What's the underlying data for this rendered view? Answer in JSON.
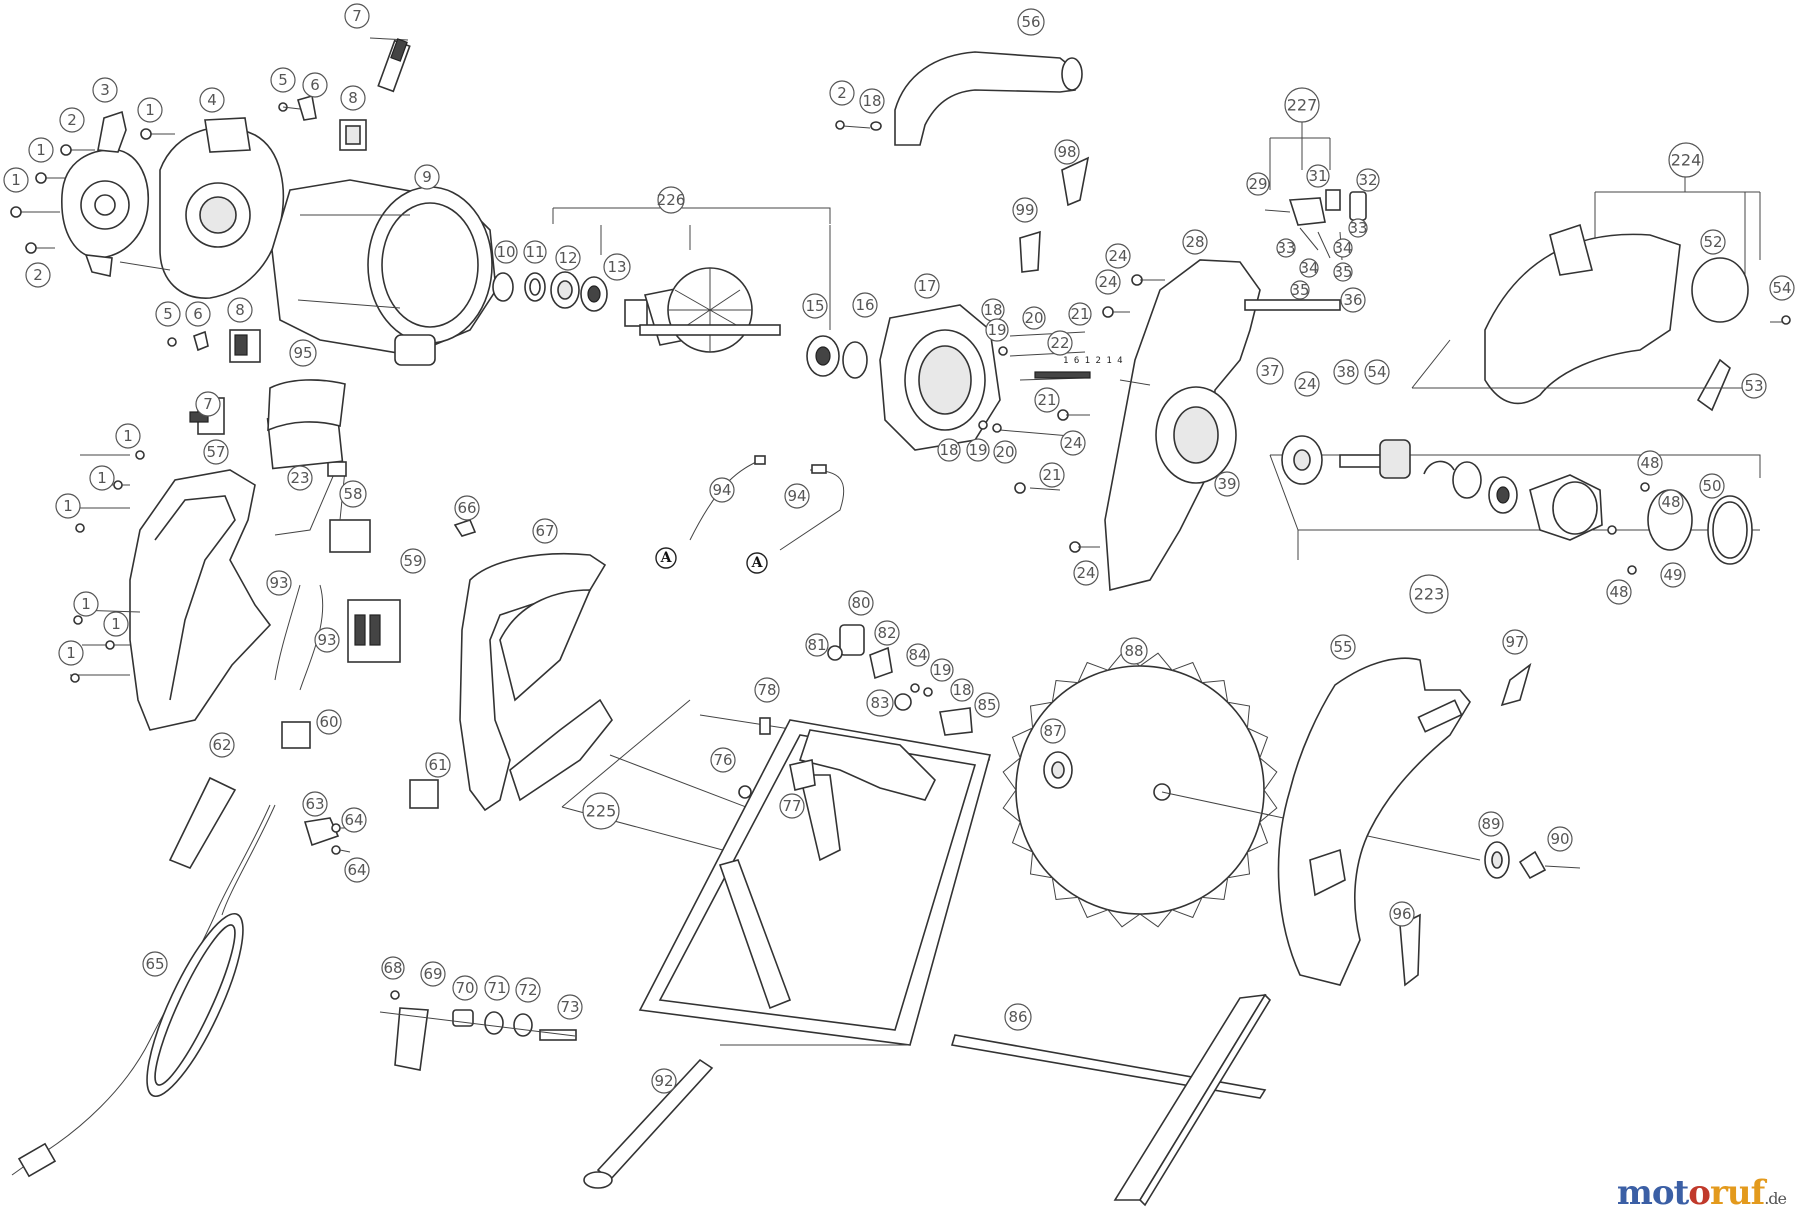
{
  "diagram": {
    "callouts": [
      {
        "id": "c7a",
        "label": "7"
      },
      {
        "id": "c56",
        "label": "56"
      },
      {
        "id": "c5a",
        "label": "5"
      },
      {
        "id": "c6a",
        "label": "6"
      },
      {
        "id": "c8a",
        "label": "8"
      },
      {
        "id": "c3",
        "label": "3"
      },
      {
        "id": "c4",
        "label": "4"
      },
      {
        "id": "c2a",
        "label": "2"
      },
      {
        "id": "c1a",
        "label": "1"
      },
      {
        "id": "c1b",
        "label": "1"
      },
      {
        "id": "c1c",
        "label": "1"
      },
      {
        "id": "c2b",
        "label": "2"
      },
      {
        "id": "c9",
        "label": "9"
      },
      {
        "id": "c2c",
        "label": "2"
      },
      {
        "id": "c18a",
        "label": "18"
      },
      {
        "id": "c227",
        "label": "227"
      },
      {
        "id": "c98",
        "label": "98"
      },
      {
        "id": "c99",
        "label": "99"
      },
      {
        "id": "c29",
        "label": "29"
      },
      {
        "id": "c31",
        "label": "31"
      },
      {
        "id": "c32",
        "label": "32"
      },
      {
        "id": "c33a",
        "label": "33"
      },
      {
        "id": "c33b",
        "label": "33"
      },
      {
        "id": "c34a",
        "label": "34"
      },
      {
        "id": "c34b",
        "label": "34"
      },
      {
        "id": "c35a",
        "label": "35"
      },
      {
        "id": "c35b",
        "label": "35"
      },
      {
        "id": "c224",
        "label": "224"
      },
      {
        "id": "c52",
        "label": "52"
      },
      {
        "id": "c54a",
        "label": "54"
      },
      {
        "id": "c53",
        "label": "53"
      },
      {
        "id": "c226",
        "label": "226"
      },
      {
        "id": "c10",
        "label": "10"
      },
      {
        "id": "c11",
        "label": "11"
      },
      {
        "id": "c12",
        "label": "12"
      },
      {
        "id": "c13",
        "label": "13"
      },
      {
        "id": "c15",
        "label": "15"
      },
      {
        "id": "c16",
        "label": "16"
      },
      {
        "id": "c17",
        "label": "17"
      },
      {
        "id": "c18b",
        "label": "18"
      },
      {
        "id": "c19a",
        "label": "19"
      },
      {
        "id": "c20a",
        "label": "20"
      },
      {
        "id": "c21a",
        "label": "21"
      },
      {
        "id": "c22",
        "label": "22"
      },
      {
        "id": "c24a",
        "label": "24"
      },
      {
        "id": "c24b",
        "label": "24"
      },
      {
        "id": "c28",
        "label": "28"
      },
      {
        "id": "c36",
        "label": "36"
      },
      {
        "id": "c37",
        "label": "37"
      },
      {
        "id": "c24c",
        "label": "24"
      },
      {
        "id": "c38",
        "label": "38"
      },
      {
        "id": "c54b",
        "label": "54"
      },
      {
        "id": "c5b",
        "label": "5"
      },
      {
        "id": "c6b",
        "label": "6"
      },
      {
        "id": "c8b",
        "label": "8"
      },
      {
        "id": "c7b",
        "label": "7"
      },
      {
        "id": "c95",
        "label": "95"
      },
      {
        "id": "c21b",
        "label": "21"
      },
      {
        "id": "c18c",
        "label": "18"
      },
      {
        "id": "c19b",
        "label": "19"
      },
      {
        "id": "c20b",
        "label": "20"
      },
      {
        "id": "c24d",
        "label": "24"
      },
      {
        "id": "c21c",
        "label": "21"
      },
      {
        "id": "c39",
        "label": "39"
      },
      {
        "id": "c24e",
        "label": "24"
      },
      {
        "id": "c48a",
        "label": "48"
      },
      {
        "id": "c50",
        "label": "50"
      },
      {
        "id": "c48b",
        "label": "48"
      },
      {
        "id": "c49",
        "label": "49"
      },
      {
        "id": "c48c",
        "label": "48"
      },
      {
        "id": "c223",
        "label": "223"
      },
      {
        "id": "c1d",
        "label": "1"
      },
      {
        "id": "c57",
        "label": "57"
      },
      {
        "id": "c1e",
        "label": "1"
      },
      {
        "id": "c1f",
        "label": "1"
      },
      {
        "id": "c1g",
        "label": "1"
      },
      {
        "id": "c1h",
        "label": "1"
      },
      {
        "id": "c1i",
        "label": "1"
      },
      {
        "id": "c23",
        "label": "23"
      },
      {
        "id": "c58",
        "label": "58"
      },
      {
        "id": "c59",
        "label": "59"
      },
      {
        "id": "c93a",
        "label": "93"
      },
      {
        "id": "c93b",
        "label": "93"
      },
      {
        "id": "c60",
        "label": "60"
      },
      {
        "id": "c66",
        "label": "66"
      },
      {
        "id": "c67",
        "label": "67"
      },
      {
        "id": "c94a",
        "label": "94"
      },
      {
        "id": "c94b",
        "label": "94"
      },
      {
        "id": "c80",
        "label": "80"
      },
      {
        "id": "c81",
        "label": "81"
      },
      {
        "id": "c82",
        "label": "82"
      },
      {
        "id": "c84",
        "label": "84"
      },
      {
        "id": "c19c",
        "label": "19"
      },
      {
        "id": "c18d",
        "label": "18"
      },
      {
        "id": "c83",
        "label": "83"
      },
      {
        "id": "c85",
        "label": "85"
      },
      {
        "id": "c78",
        "label": "78"
      },
      {
        "id": "c76",
        "label": "76"
      },
      {
        "id": "c77",
        "label": "77"
      },
      {
        "id": "c225",
        "label": "225"
      },
      {
        "id": "c88",
        "label": "88"
      },
      {
        "id": "c87",
        "label": "87"
      },
      {
        "id": "c55",
        "label": "55"
      },
      {
        "id": "c97",
        "label": "97"
      },
      {
        "id": "c89",
        "label": "89"
      },
      {
        "id": "c90",
        "label": "90"
      },
      {
        "id": "c96",
        "label": "96"
      },
      {
        "id": "c62",
        "label": "62"
      },
      {
        "id": "c61",
        "label": "61"
      },
      {
        "id": "c63",
        "label": "63"
      },
      {
        "id": "c64a",
        "label": "64"
      },
      {
        "id": "c64b",
        "label": "64"
      },
      {
        "id": "c65",
        "label": "65"
      },
      {
        "id": "c68",
        "label": "68"
      },
      {
        "id": "c69",
        "label": "69"
      },
      {
        "id": "c70",
        "label": "70"
      },
      {
        "id": "c71",
        "label": "71"
      },
      {
        "id": "c72",
        "label": "72"
      },
      {
        "id": "c73",
        "label": "73"
      },
      {
        "id": "c86",
        "label": "86"
      },
      {
        "id": "c92",
        "label": "92"
      }
    ],
    "wire_refs": [
      {
        "id": "refA1",
        "label": "A"
      },
      {
        "id": "refA2",
        "label": "A"
      }
    ],
    "armature_text": "1 6 1 2 1 4"
  },
  "watermark": {
    "part1": "mot",
    "part2": "o",
    "part3": "ruf",
    "tld": ".de"
  }
}
